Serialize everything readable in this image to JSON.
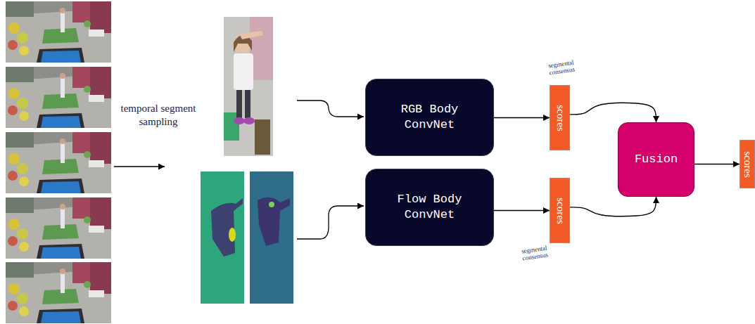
{
  "diagram": {
    "nodes": [
      {
        "text": [
          "RGB Body ConvNet"
        ]
      },
      {
        "text": [
          "scores"
        ]
      },
      {
        "text": [
          "Flow Body ConvNet"
        ]
      },
      {
        "text": [
          "scores"
        ]
      },
      {
        "text": [
          "Fusion"
        ]
      },
      {
        "text": [
          "scores"
        ]
      }
    ],
    "edges": [
      {
        "from": 0,
        "to": 1,
        "arrow": "to"
      },
      {
        "from": 2,
        "to": 3,
        "arrow": "to"
      },
      {
        "from": 1,
        "to": 4,
        "arrow": "to"
      },
      {
        "from": 3,
        "to": 4,
        "arrow": "to"
      },
      {
        "from": 4,
        "to": 5,
        "arrow": "to"
      }
    ],
    "labels": [
      "temporal segment sampling",
      "segmental consensus",
      "segmental consensus"
    ]
  }
}
